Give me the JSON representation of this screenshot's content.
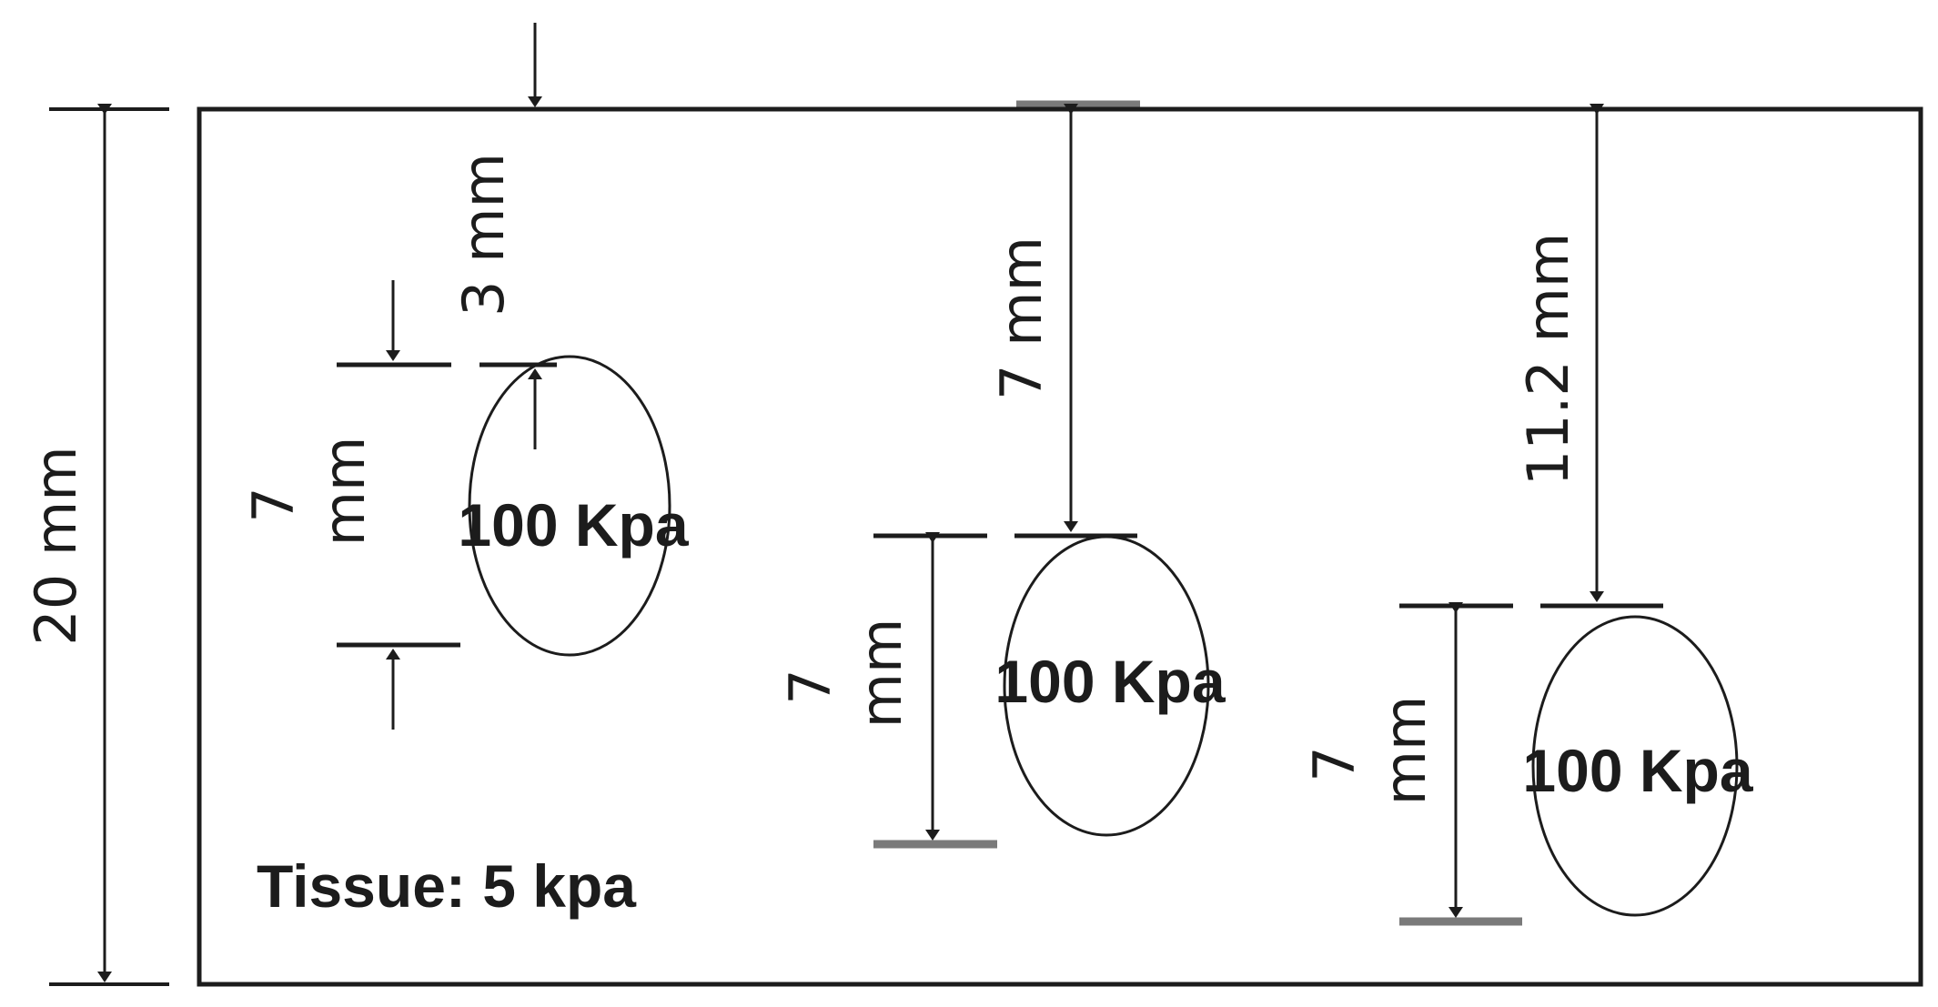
{
  "diagram": {
    "total_depth_label": "20 mm",
    "tissue_label": "Tissue: 5 kpa",
    "inclusions": [
      {
        "stiffness_label": "100 Kpa",
        "depth_label": "3 mm",
        "diameter_label_line1": "7",
        "diameter_label_line2": "mm"
      },
      {
        "stiffness_label": "100 Kpa",
        "depth_label": "7 mm",
        "diameter_label_line1": "7",
        "diameter_label_line2": "mm"
      },
      {
        "stiffness_label": "100 Kpa",
        "depth_label": "11.2 mm",
        "diameter_label_line1": "7",
        "diameter_label_line2": "mm"
      }
    ],
    "colors": {
      "line": "#1c1c1c",
      "grey_bar": "#7a7a7a",
      "background": "#ffffff"
    }
  }
}
